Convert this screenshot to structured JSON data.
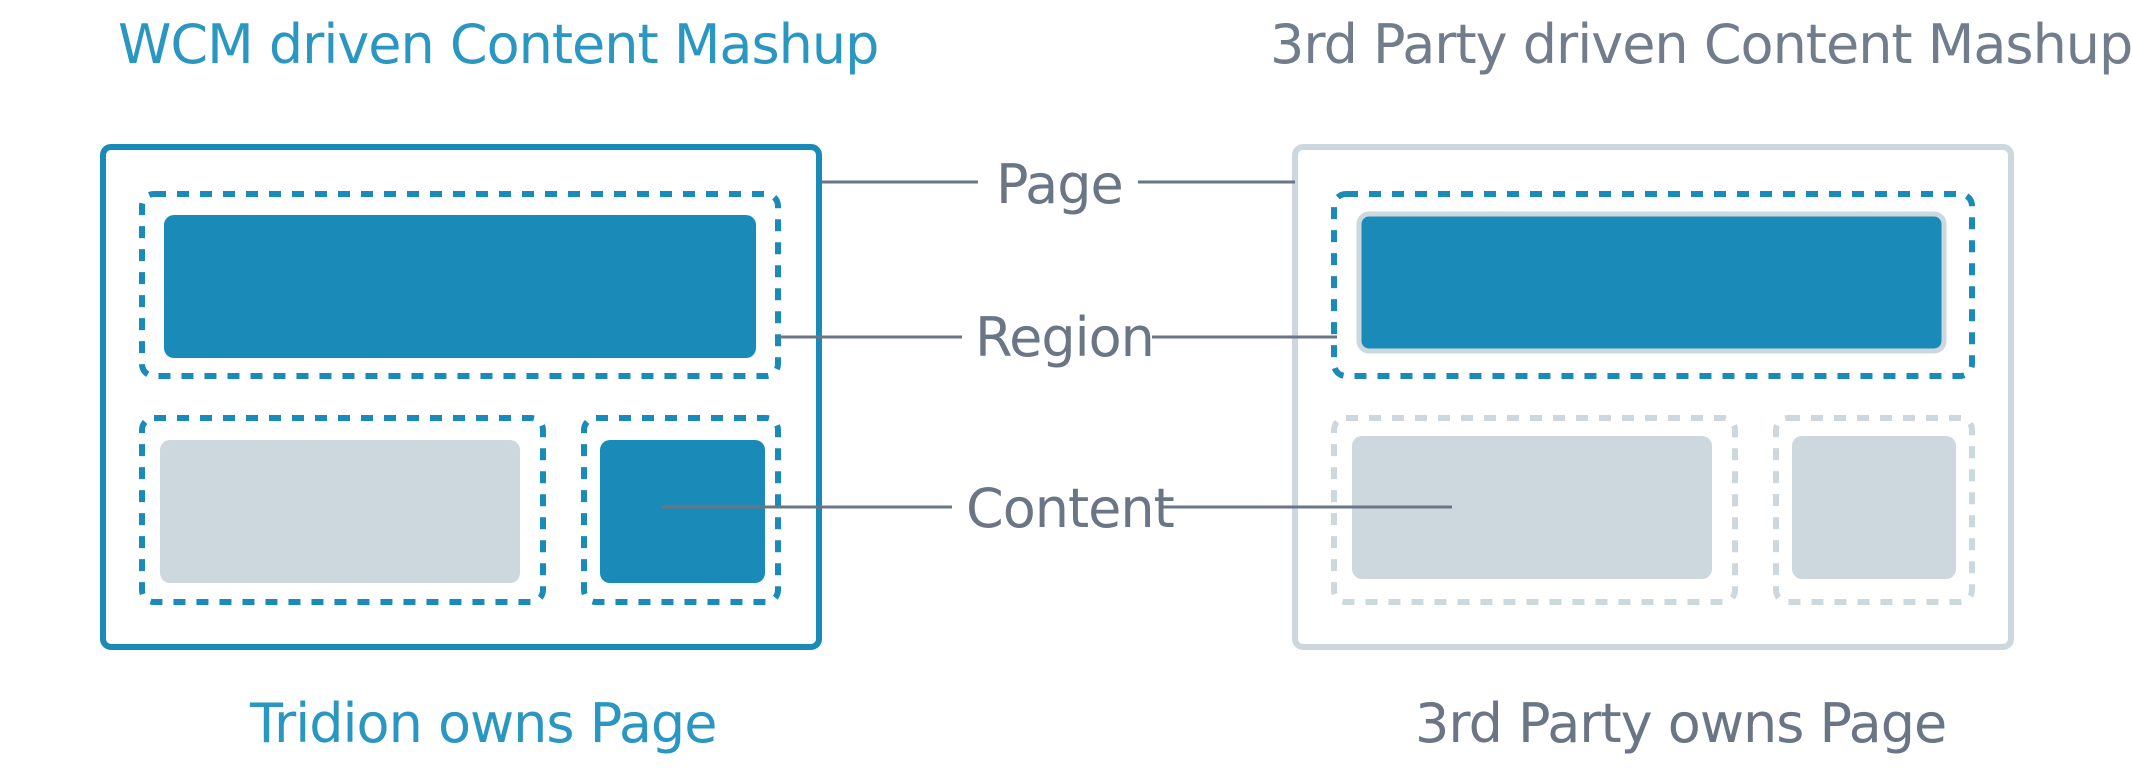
{
  "left_panel": {
    "title": "WCM driven Content Mashup",
    "caption": "Tridion owns Page"
  },
  "right_panel": {
    "title": "3rd Party driven Content Mashup",
    "caption": "3rd Party owns Page"
  },
  "legend": {
    "page": "Page",
    "region": "Region",
    "content": "Content"
  },
  "colors": {
    "accent_blue": "#1a8bb8",
    "content_gray": "#cdd7de",
    "label_gray": "#6a7585",
    "border_light": "#cdd7de",
    "title_blue": "#2a97c2"
  }
}
